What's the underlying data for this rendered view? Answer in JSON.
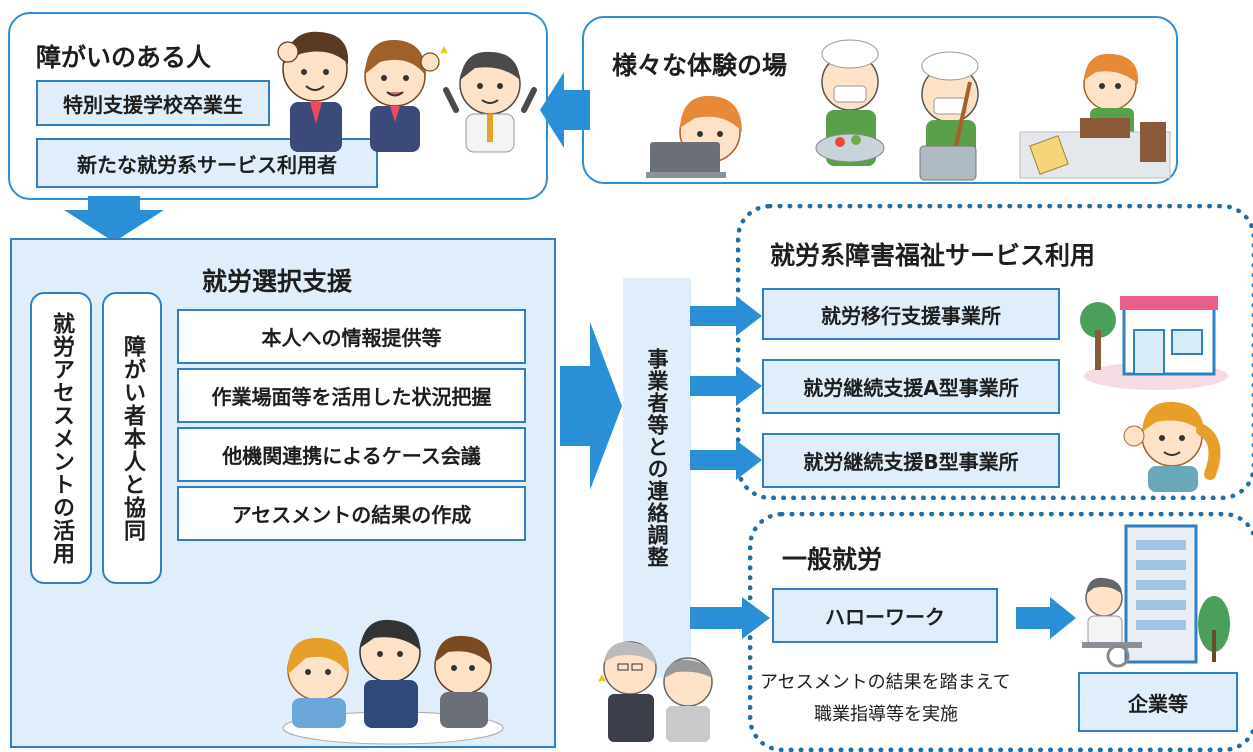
{
  "people_box": {
    "title": "障がいのある人",
    "item1": "特別支援学校卒業生",
    "item2": "新たな就労系サービス利用者"
  },
  "experience_box": {
    "title": "様々な体験の場"
  },
  "selection_support": {
    "title": "就労選択支援",
    "vertical1": "就労アセスメントの活用",
    "vertical2": "障がい者本人と協同",
    "items": [
      "本人への情報提供等",
      "作業場面等を活用した状況把握",
      "他機関連携によるケース会議",
      "アセスメントの結果の作成"
    ]
  },
  "coordination": {
    "label": "事業者等との連絡調整"
  },
  "welfare_services": {
    "title": "就労系障害福祉サービス利用",
    "items": [
      "就労移行支援事業所",
      "就労継続支援A型事業所",
      "就労継続支援B型事業所"
    ]
  },
  "general_employment": {
    "title": "一般就労",
    "hellowork": "ハローワーク",
    "note_line1": "アセスメントの結果を踏まえて",
    "note_line2": "職業指導等を実施",
    "company": "企業等"
  },
  "colors": {
    "accent": "#2f8ed0",
    "light_fill": "#dfeefa",
    "arrow": "#2a8fd6"
  }
}
